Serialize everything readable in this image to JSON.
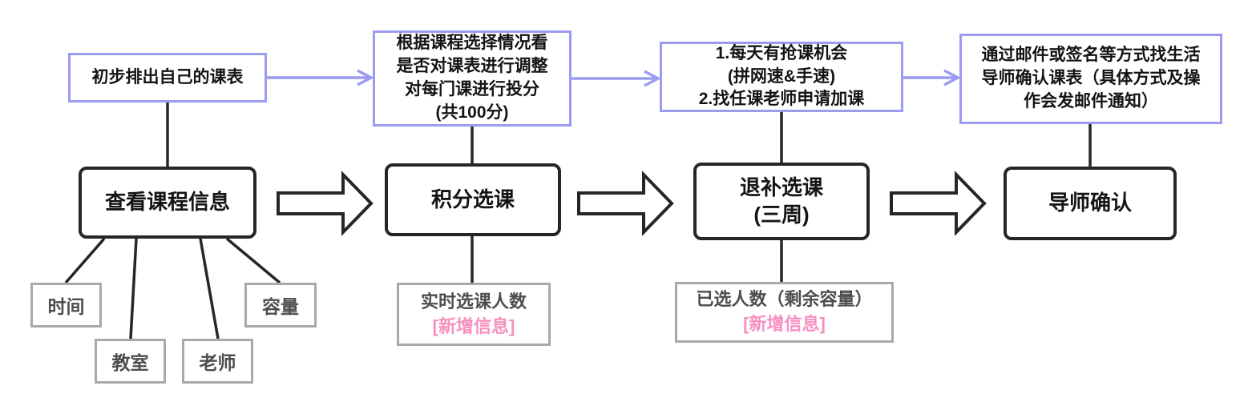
{
  "colors": {
    "accent_purple": "#9b9bf0",
    "highlight_pink": "#f78fc0",
    "line_black": "#262626",
    "border_gray": "#a9a9a9",
    "text_gray": "#4d4d4d"
  },
  "flow_steps": [
    {
      "note": "初步排出自己的课表",
      "main": "查看课程信息"
    },
    {
      "note": "根据课程选择情况看\n是否对课表进行调整\n对每门课进行投分\n(共100分)",
      "main": "积分选课",
      "info_main": "实时选课人数",
      "info_tag": "[新增信息]"
    },
    {
      "note": "1.每天有抢课机会\n(拼网速&手速)\n2.找任课老师申请加课",
      "main": "退补选课\n(三周)",
      "info_main": "已选人数（剩余容量）",
      "info_tag": "[新增信息]"
    },
    {
      "note": "通过邮件或签名等方式找生活\n导师确认课表（具体方式及操\n作会发邮件通知）",
      "main": "导师确认"
    }
  ],
  "course_attributes": [
    "时间",
    "教室",
    "老师",
    "容量"
  ]
}
